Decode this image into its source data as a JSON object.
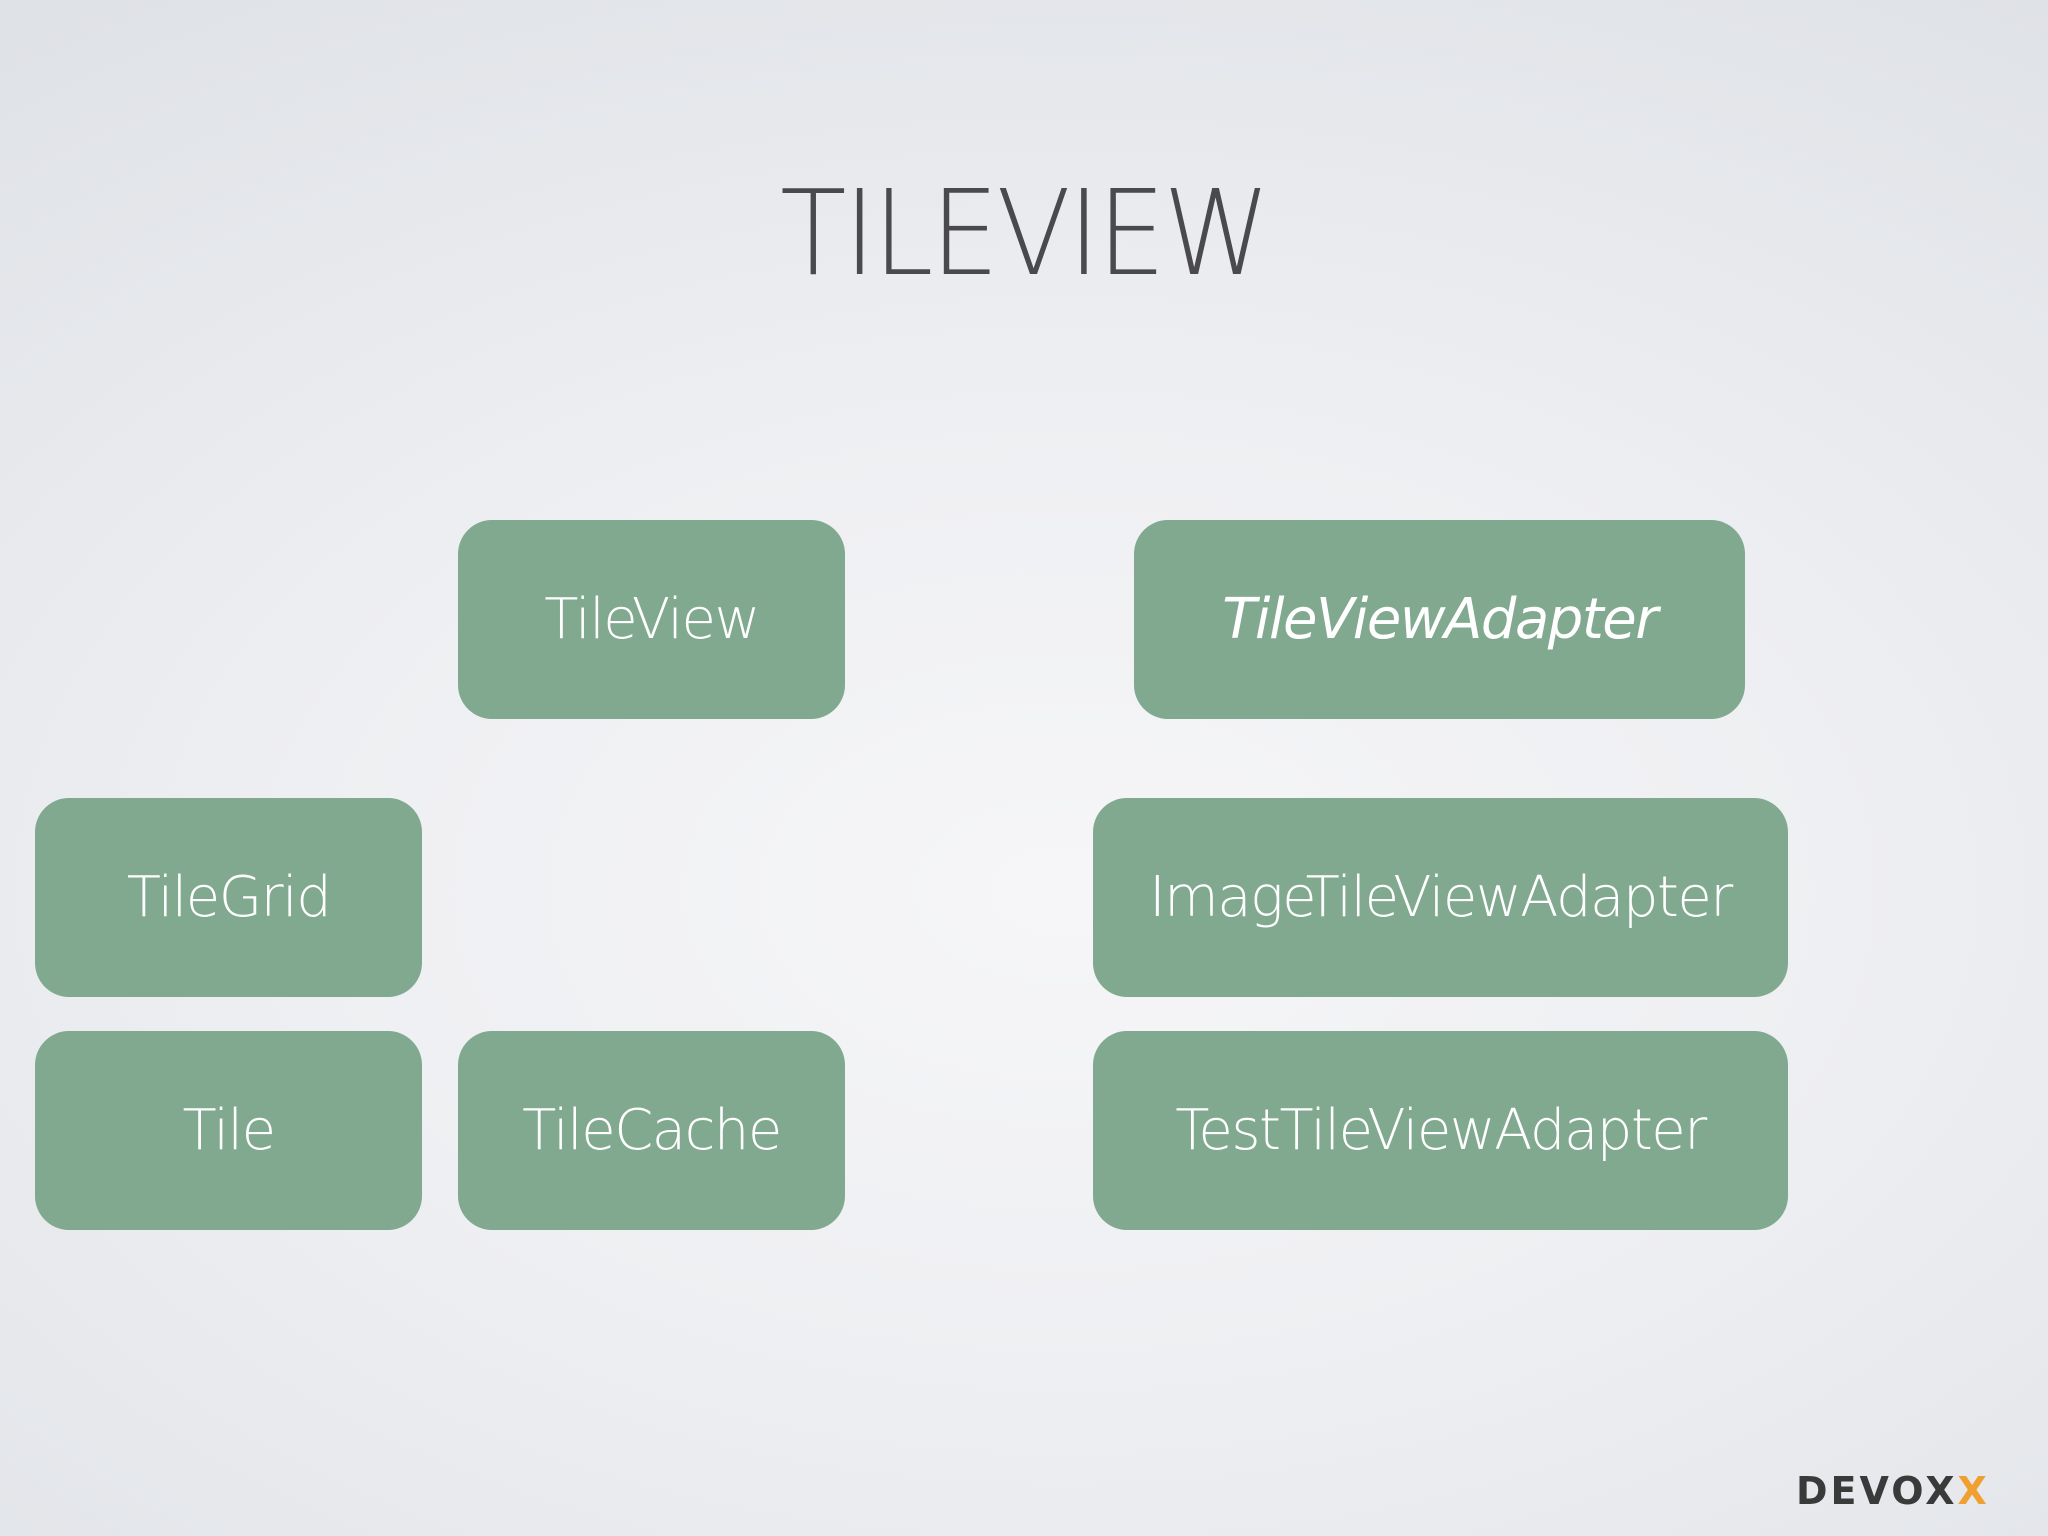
{
  "slide": {
    "title": "TILEVIEW",
    "boxes": {
      "tileview": "TileView",
      "tileviewadapter": "TileViewAdapter",
      "tilegrid": "TileGrid",
      "imagetileviewadapter": "ImageTileViewAdapter",
      "tile": "Tile",
      "tilecache": "TileCache",
      "testtileviewadapter": "TestTileViewAdapter"
    },
    "logo": {
      "text": "DEVOX",
      "accent": "X"
    }
  },
  "colors": {
    "box_fill": "#80a98f",
    "box_text": "#ffffff",
    "title_text": "#4a4a4c",
    "logo_text": "#3a3a3a",
    "logo_accent": "#f0a030"
  }
}
